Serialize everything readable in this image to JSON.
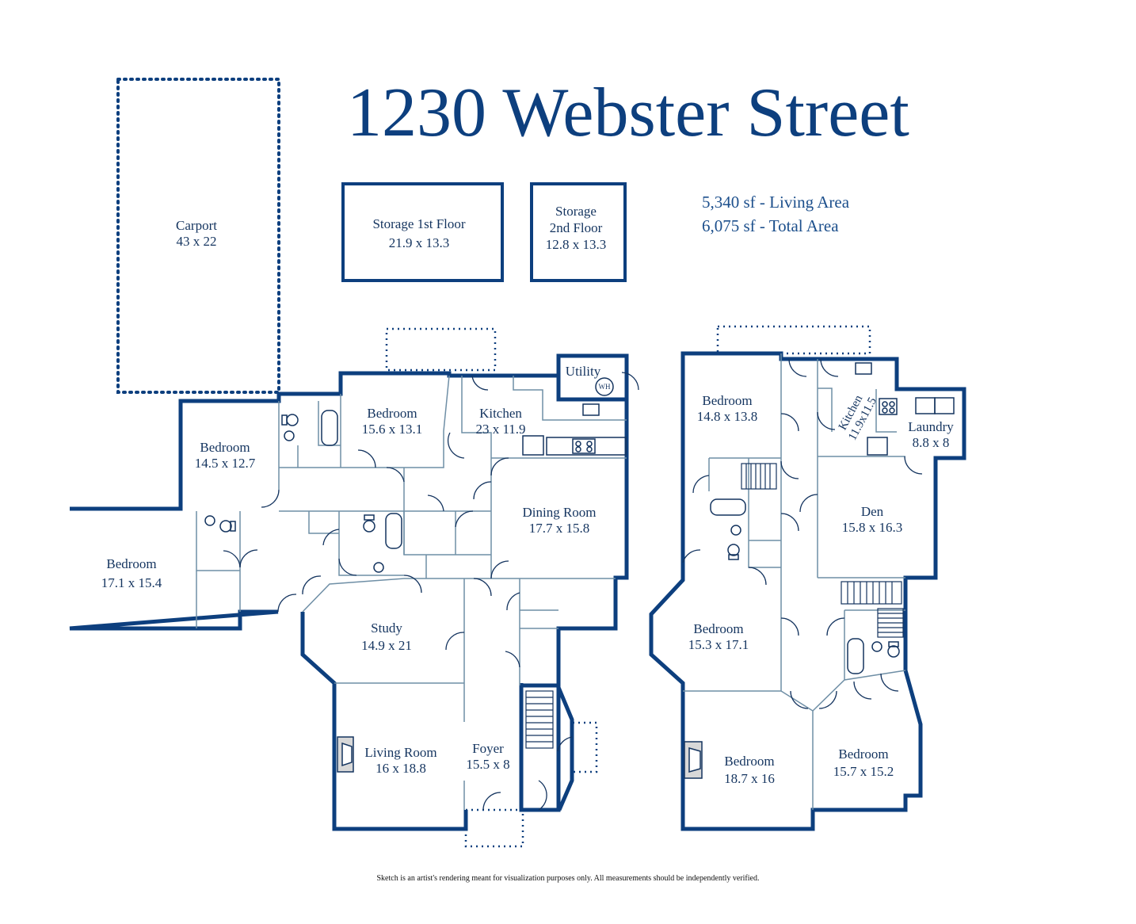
{
  "title": "1230 Webster Street",
  "areas": {
    "living": "5,340 sf - Living Area",
    "total": "6,075 sf - Total Area"
  },
  "disclaimer": "Sketch is an artist's rendering meant for visualization purposes only.  All measurements should be independently verified.",
  "colors": {
    "wall": "#0d3f7e",
    "inner": "#6f8fa6",
    "text": "#14345f"
  },
  "rooms": {
    "carport": {
      "name": "Carport",
      "dims": "43 x 22"
    },
    "storage1": {
      "name": "Storage 1st Floor",
      "dims": "21.9 x 13.3"
    },
    "storage2": {
      "name": "Storage",
      "name2": "2nd Floor",
      "dims": "12.8 x 13.3"
    },
    "utility": {
      "name": "Utility",
      "badge": "WH"
    },
    "bedroom_a": {
      "name": "Bedroom",
      "dims": "15.6 x 13.1"
    },
    "kitchen1": {
      "name": "Kitchen",
      "dims": "23 x 11.9"
    },
    "bedroom_b": {
      "name": "Bedroom",
      "dims": "14.5 x 12.7"
    },
    "bedroom_c": {
      "name": "Bedroom",
      "dims": "17.1 x 15.4"
    },
    "dining": {
      "name": "Dining Room",
      "dims": "17.7 x 15.8"
    },
    "study": {
      "name": "Study",
      "dims": "14.9 x 21"
    },
    "living_room": {
      "name": "Living Room",
      "dims": "16 x 18.8"
    },
    "foyer": {
      "name": "Foyer",
      "dims": "15.5 x 8"
    },
    "bedroom_d": {
      "name": "Bedroom",
      "dims": "14.8 x 13.8"
    },
    "kitchen2": {
      "name": "Kitchen",
      "dims": "11.9x11.5"
    },
    "laundry": {
      "name": "Laundry",
      "dims": "8.8 x 8"
    },
    "den": {
      "name": "Den",
      "dims": "15.8 x 16.3"
    },
    "bedroom_e": {
      "name": "Bedroom",
      "dims": "15.3 x 17.1"
    },
    "bedroom_f": {
      "name": "Bedroom",
      "dims": "18.7 x 16"
    },
    "bedroom_g": {
      "name": "Bedroom",
      "dims": "15.7 x 15.2"
    }
  }
}
